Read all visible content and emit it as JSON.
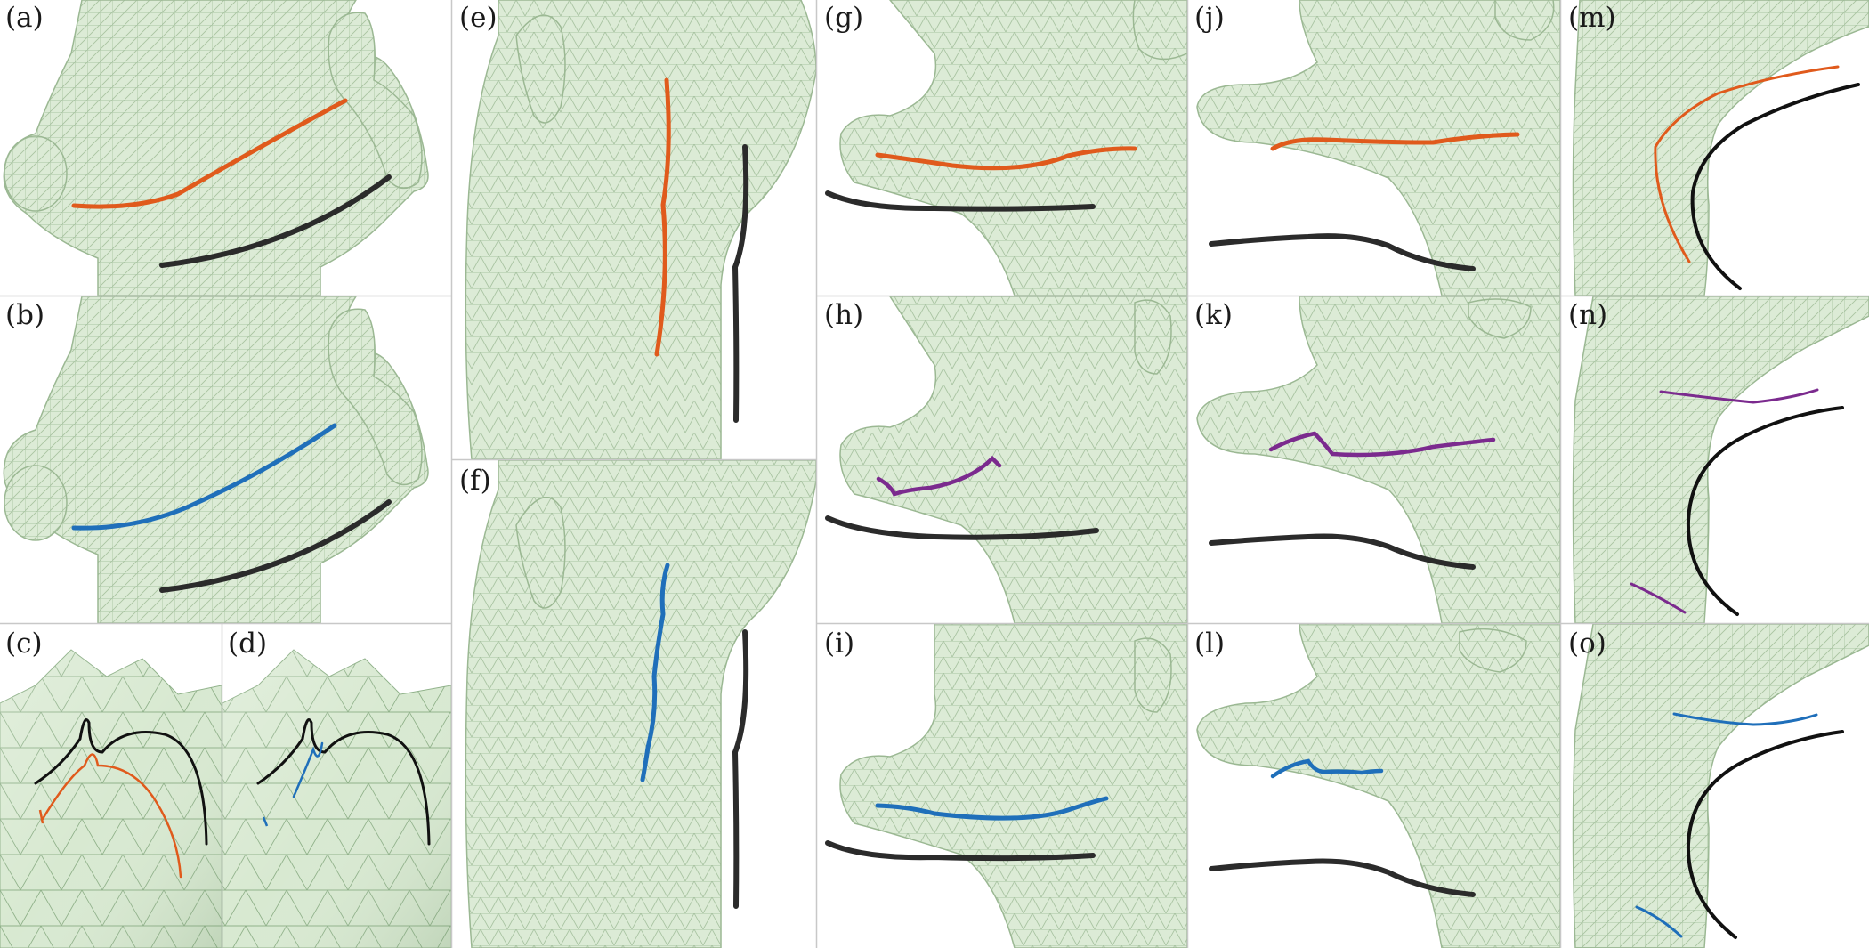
{
  "figure": {
    "colors": {
      "mesh_fill": "#dcebd6",
      "mesh_line": "#a9c4a2",
      "input_stroke": "#2b2b2b",
      "orange_stroke": "#e05a1c",
      "blue_stroke": "#1f6fba",
      "purple_stroke": "#7b2a8e",
      "divider": "#c8c8c8"
    },
    "panels": [
      {
        "id": "a",
        "label": "(a)"
      },
      {
        "id": "b",
        "label": "(b)"
      },
      {
        "id": "c",
        "label": "(c)"
      },
      {
        "id": "d",
        "label": "(d)"
      },
      {
        "id": "e",
        "label": "(e)"
      },
      {
        "id": "f",
        "label": "(f)"
      },
      {
        "id": "g",
        "label": "(g)"
      },
      {
        "id": "h",
        "label": "(h)"
      },
      {
        "id": "i",
        "label": "(i)"
      },
      {
        "id": "j",
        "label": "(j)"
      },
      {
        "id": "k",
        "label": "(k)"
      },
      {
        "id": "l",
        "label": "(l)"
      },
      {
        "id": "m",
        "label": "(m)"
      },
      {
        "id": "n",
        "label": "(n)"
      },
      {
        "id": "o",
        "label": "(o)"
      }
    ]
  }
}
